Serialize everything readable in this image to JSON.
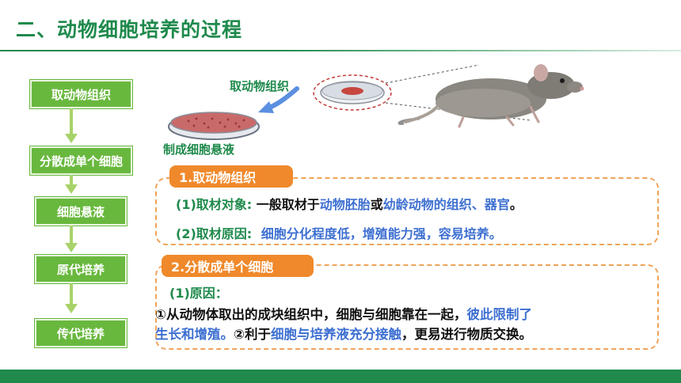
{
  "title": "二、动物细胞培养的过程",
  "flow": {
    "steps": [
      "取动物组织",
      "分散成单个细胞",
      "细胞悬液",
      "原代培养",
      "传代培养"
    ]
  },
  "illustration": {
    "label_tissue": "取动物组织",
    "label_suspension": "制成细胞悬液"
  },
  "section1": {
    "heading": "1.取动物组织",
    "line1": {
      "label": "(1)取材对象:",
      "text_a": "一般取材于",
      "text_b": "动物胚胎",
      "text_c": "或",
      "text_d": "幼龄动物的组织、器官",
      "text_e": "。"
    },
    "line2": {
      "label": "(2)取材原因:",
      "text": "细胞分化程度低，增殖能力强，容易培养。"
    }
  },
  "section2": {
    "heading": "2.分散成单个细胞",
    "reason_label": "(1)原因：",
    "line1": {
      "text_a": "①从动物体取出的成块组织中，细胞与细胞靠在一起，",
      "text_b": "彼此限制了"
    },
    "line2": {
      "text_a": "生长和增殖。",
      "text_b": "②利于",
      "text_c": "细胞与培养液充分接触",
      "text_d": "，更易进行物质交换。"
    }
  },
  "colors": {
    "title_green": "#1f8a4c",
    "step_green": "#69b83e",
    "accent_orange": "#f0892b",
    "highlight_blue": "#3d6fd1"
  }
}
